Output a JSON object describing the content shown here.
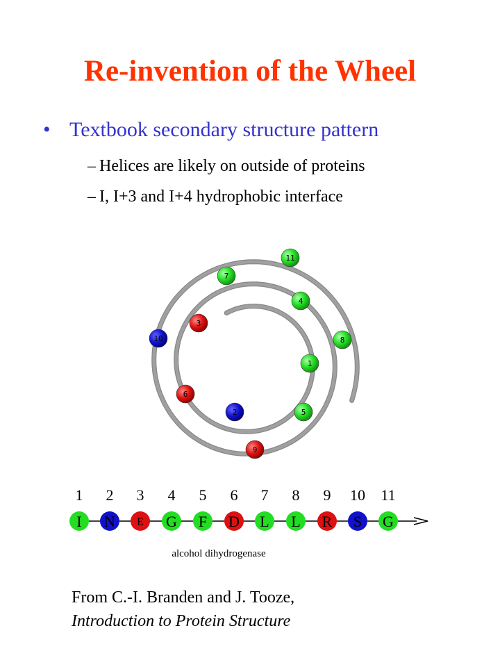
{
  "title": "Re-invention of the Wheel",
  "bullet": {
    "text": "Textbook secondary structure pattern",
    "subs": [
      "Helices are likely on outside of proteins",
      "I, I+3 and I+4 hydrophobic interface"
    ]
  },
  "colors": {
    "title": "#ff3300",
    "bullet": "#3333cc",
    "hydrophobic": "#22dd22",
    "acidic": "#dd1111",
    "basic": "#1111cc",
    "spiral": "#a0a0a0"
  },
  "wheel": {
    "residues": [
      {
        "label": "1",
        "kind": "hydrophobic"
      },
      {
        "label": "2",
        "kind": "basic"
      },
      {
        "label": "3",
        "kind": "acidic"
      },
      {
        "label": "4",
        "kind": "hydrophobic"
      },
      {
        "label": "5",
        "kind": "hydrophobic"
      },
      {
        "label": "6",
        "kind": "acidic"
      },
      {
        "label": "7",
        "kind": "hydrophobic"
      },
      {
        "label": "8",
        "kind": "hydrophobic"
      },
      {
        "label": "9",
        "kind": "acidic"
      },
      {
        "label": "10",
        "kind": "basic"
      },
      {
        "label": "11",
        "kind": "hydrophobic"
      }
    ]
  },
  "sequence": {
    "numbers": [
      "1",
      "2",
      "3",
      "4",
      "5",
      "6",
      "7",
      "8",
      "9",
      "10",
      "11"
    ],
    "residues": [
      {
        "letter": "I",
        "kind": "hydrophobic"
      },
      {
        "letter": "N",
        "kind": "basic"
      },
      {
        "letter": "E",
        "kind": "acidic"
      },
      {
        "letter": "G",
        "kind": "hydrophobic"
      },
      {
        "letter": "F",
        "kind": "hydrophobic"
      },
      {
        "letter": "D",
        "kind": "acidic"
      },
      {
        "letter": "L",
        "kind": "hydrophobic"
      },
      {
        "letter": "L",
        "kind": "hydrophobic"
      },
      {
        "letter": "R",
        "kind": "acidic"
      },
      {
        "letter": "S",
        "kind": "basic"
      },
      {
        "letter": "G",
        "kind": "hydrophobic"
      }
    ],
    "caption": "alcohol dihydrogenase"
  },
  "credit": {
    "line1": "From C.-I. Branden and J. Tooze,",
    "book": "Introduction to Protein Structure"
  }
}
